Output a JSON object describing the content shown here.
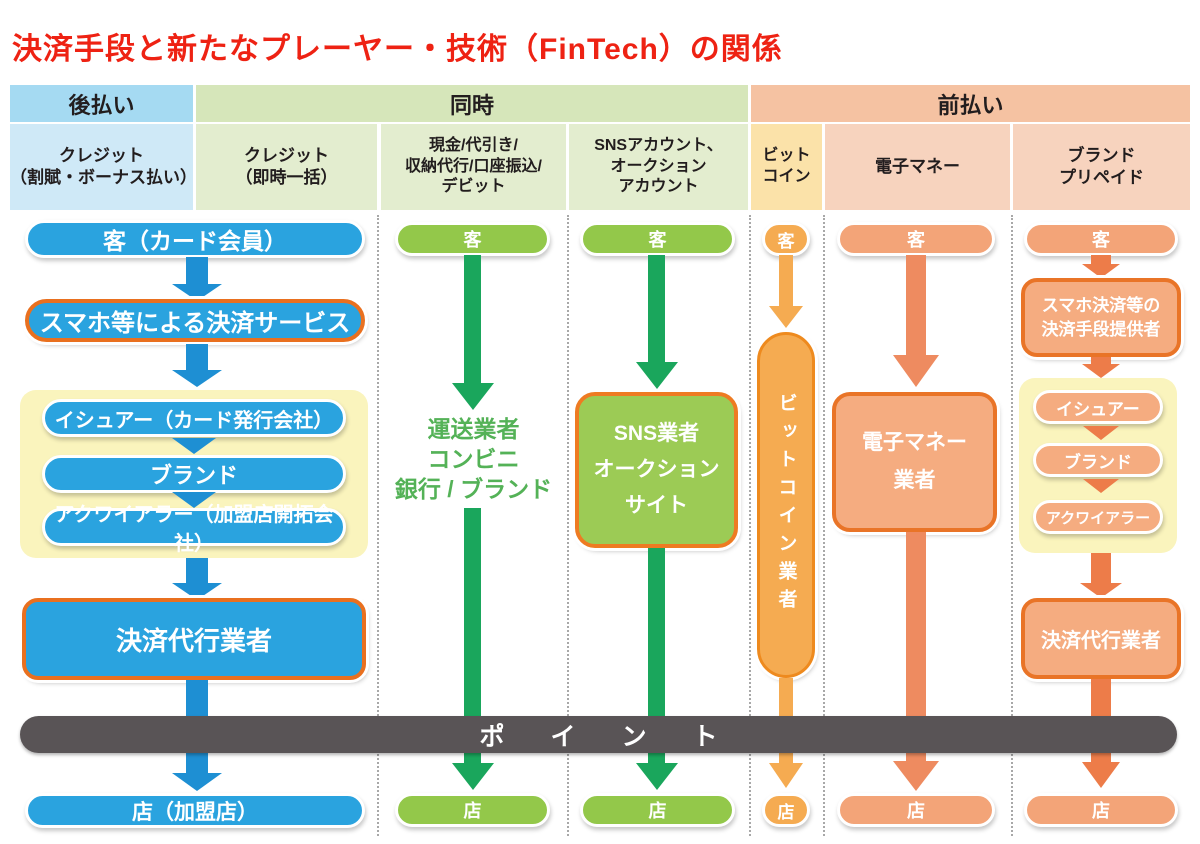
{
  "title": "決済手段と新たなプレーヤー・技術（FinTech）の関係",
  "timing_headers": [
    {
      "id": "postpay",
      "label": "後払い"
    },
    {
      "id": "simultaneous",
      "label": "同時"
    },
    {
      "id": "prepay",
      "label": "前払い"
    }
  ],
  "method_headers": [
    {
      "label": "クレジット\n（割賦・ボーナス払い）"
    },
    {
      "label": "クレジット\n（即時一括）"
    },
    {
      "label": "現金/代引き/\n収納代行/口座振込/\nデビット"
    },
    {
      "label": "SNSアカウント、\nオークション\nアカウント"
    },
    {
      "label": "ビット\nコイン"
    },
    {
      "label": "電子マネー"
    },
    {
      "label": "ブランド\nプリペイド"
    }
  ],
  "flows": {
    "credit": {
      "customer": "客（カード会員）",
      "smartphone_service": "スマホ等による決済サービス",
      "issuer": "イシュアー（カード発行会社）",
      "brand": "ブランド",
      "acquirer": "アクワイアラー（加盟店開拓会社）",
      "payment_agent": "決済代行業者",
      "store": "店（加盟店）"
    },
    "cash": {
      "customer": "客",
      "intermediaries": "運送業者\nコンビニ\n銀行 / ブランド",
      "store": "店"
    },
    "sns": {
      "customer": "客",
      "operator": "SNS業者\nオークション\nサイト",
      "store": "店"
    },
    "bitcoin": {
      "customer": "客",
      "operator": "ビットコイン業者",
      "store": "店"
    },
    "emoney": {
      "customer": "客",
      "operator": "電子マネー\n業者",
      "store": "店"
    },
    "brand_prepaid": {
      "customer": "客",
      "provider": "スマホ決済等の\n決済手段提供者",
      "issuer": "イシュアー",
      "brand": "ブランド",
      "acquirer": "アクワイアラー",
      "payment_agent": "決済代行業者",
      "store": "店"
    }
  },
  "points_bar": {
    "label": "ポイント"
  },
  "colors": {
    "title_red": "#ee2213",
    "postpay_header": "#a5daf2",
    "simultaneous_header": "#d6e6ba",
    "prepay_header": "#f5c2a2",
    "credit_blue": "#2aa3df",
    "blue_arrow": "#1e8fd3",
    "green": "#93c84a",
    "green_arrow": "#1aa65c",
    "bitcoin_orange": "#f5ab51",
    "salmon": "#f3a478",
    "orange_border": "#e9701f",
    "highlight_yellow": "#faf4bd",
    "points_bar_gray": "#595456"
  }
}
